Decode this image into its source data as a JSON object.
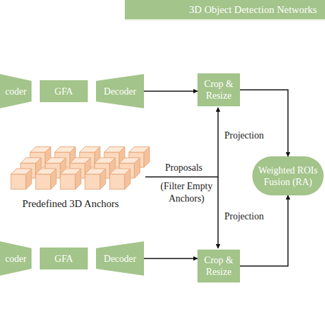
{
  "diagram": {
    "nodes": [
      {
        "text": [
          "3D Object Detection Networks"
        ]
      },
      {
        "text": [
          "coder"
        ]
      },
      {
        "text": [
          "GFA"
        ]
      },
      {
        "text": [
          "Decoder"
        ]
      },
      {
        "text": [
          "Crop & Resize"
        ]
      },
      {
        "text": [
          "Weighted ROIs Fusion (RA)"
        ]
      },
      {
        "text": [
          "coder"
        ]
      },
      {
        "text": [
          "GFA"
        ]
      },
      {
        "text": [
          "Decoder"
        ]
      },
      {
        "text": [
          "Crop & Resize"
        ]
      }
    ],
    "edges": [
      {
        "from": 3,
        "to": 4,
        "arrow": "to"
      },
      {
        "from": 4,
        "to": 5,
        "arrow": "to"
      },
      {
        "from": 8,
        "to": 9,
        "arrow": "to"
      },
      {
        "from": 9,
        "to": 5,
        "arrow": "to"
      }
    ],
    "labels": [
      "Projection",
      "Proposals",
      "(Filter Empty Anchors)",
      "Predefined 3D Anchors",
      "Projection"
    ]
  }
}
